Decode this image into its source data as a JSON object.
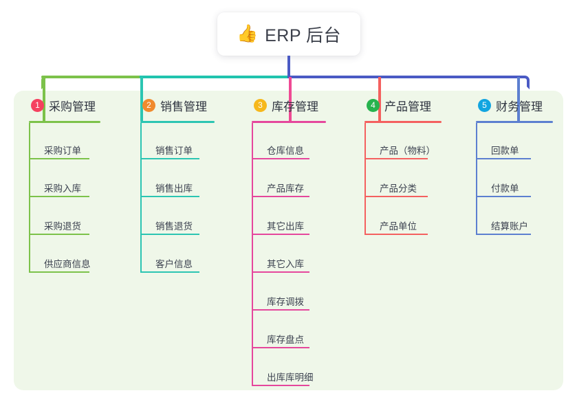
{
  "title": {
    "emoji": "👍",
    "emoji_name": "thumbs-up-icon",
    "text": "ERP 后台"
  },
  "panel": {
    "background_color": "#eff7e9"
  },
  "connector": {
    "trunk_color": "#4a5ac4",
    "segments": [
      {
        "name": "left-green",
        "color": "#7cc24a"
      },
      {
        "name": "middle-teal",
        "color": "#20c4ae"
      },
      {
        "name": "right-blue",
        "color": "#4a5ac4"
      }
    ]
  },
  "columns": [
    {
      "index": "1",
      "title": "采购管理",
      "badge_color": "#f5415f",
      "line_color": "#7cc24a",
      "drop_color": "#7cc24a",
      "items": [
        {
          "label": "采购订单"
        },
        {
          "label": "采购入库"
        },
        {
          "label": "采购退货"
        },
        {
          "label": "供应商信息"
        }
      ]
    },
    {
      "index": "2",
      "title": "销售管理",
      "badge_color": "#f08a2e",
      "line_color": "#2cc5b2",
      "drop_color": "#2cc5b2",
      "items": [
        {
          "label": "销售订单"
        },
        {
          "label": "销售出库"
        },
        {
          "label": "销售退货"
        },
        {
          "label": "客户信息"
        }
      ]
    },
    {
      "index": "3",
      "title": "库存管理",
      "badge_color": "#f6b81c",
      "line_color": "#e5479c",
      "drop_color": "#ef4a94",
      "items": [
        {
          "label": "仓库信息"
        },
        {
          "label": "产品库存"
        },
        {
          "label": "其它出库"
        },
        {
          "label": "其它入库"
        },
        {
          "label": "库存调拨"
        },
        {
          "label": "库存盘点"
        },
        {
          "label": "出库库明细"
        }
      ]
    },
    {
      "index": "4",
      "title": "产品管理",
      "badge_color": "#27b34e",
      "line_color": "#f4605f",
      "drop_color": "#f4605f",
      "items": [
        {
          "label": "产品（物料）"
        },
        {
          "label": "产品分类"
        },
        {
          "label": "产品单位"
        }
      ]
    },
    {
      "index": "5",
      "title": "财务管理",
      "badge_color": "#12a5e0",
      "line_color": "#5c7fd0",
      "drop_color": "#5c7fd0",
      "items": [
        {
          "label": "回款单"
        },
        {
          "label": "付款单"
        },
        {
          "label": "结算账户"
        }
      ]
    }
  ]
}
